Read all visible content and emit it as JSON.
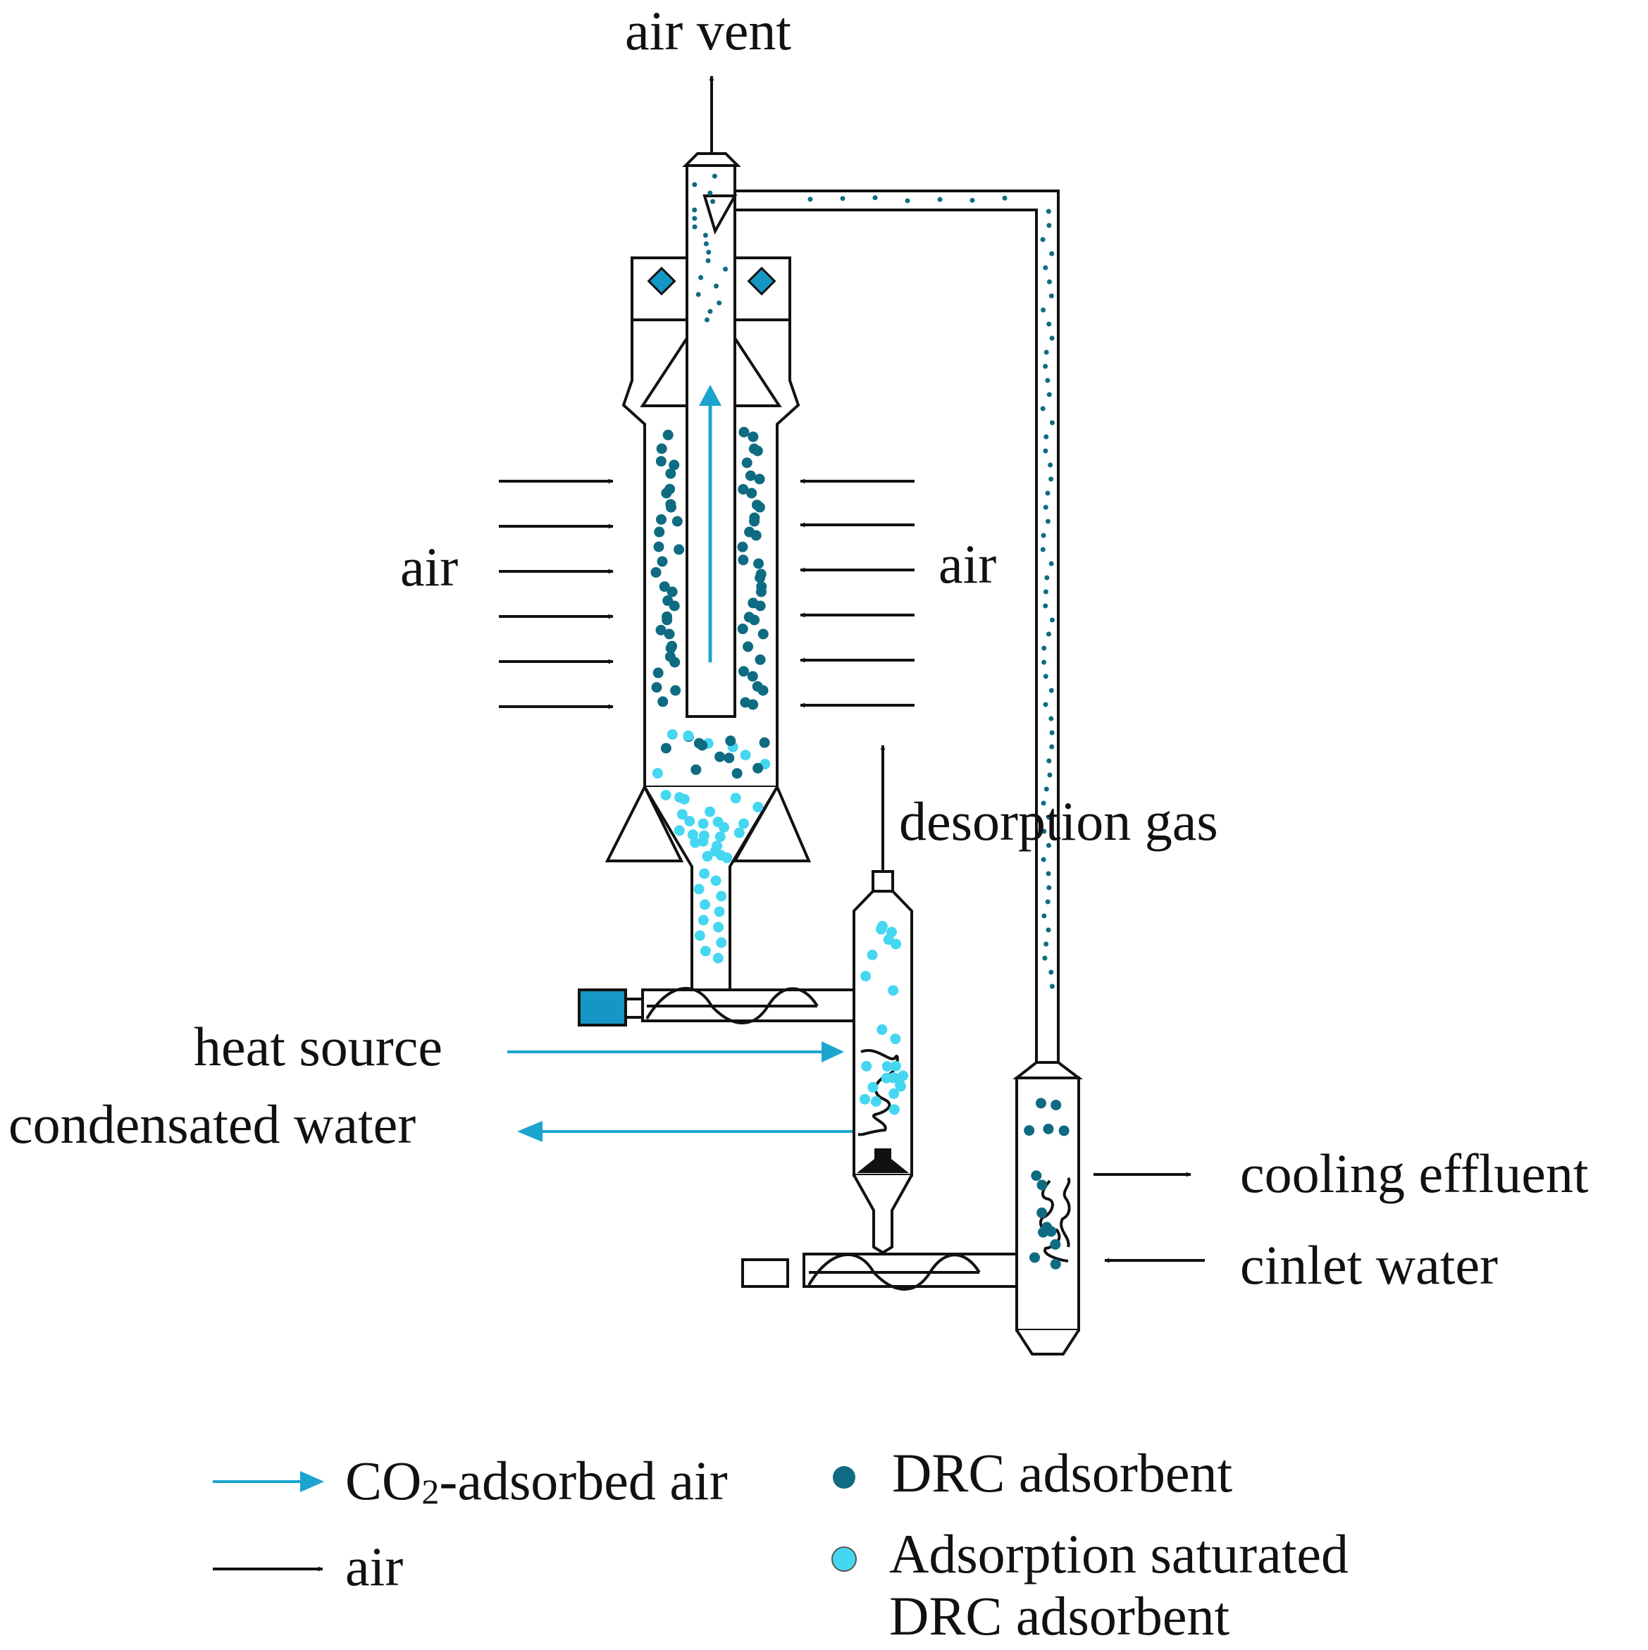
{
  "colors": {
    "outline": "#111111",
    "co2_arrow": "#1aa4cf",
    "drc_adsorbent": "#0e6b82",
    "saturated_adsorbent": "#45d7f2",
    "motor": "#1497c4",
    "coil": "#9b9b9b"
  },
  "labels": {
    "air_vent": "air vent",
    "air_left": "air",
    "air_right": "air",
    "desorption_gas": "desorption gas",
    "heat_source": "heat source",
    "condensated_water": "condensated water",
    "cooling_effluent": "cooling effluent",
    "cinlet_water": "cinlet water"
  },
  "legend": {
    "co2_pre": "CO",
    "co2_sub": "2",
    "co2_post": "-adsorbed air",
    "air": "air",
    "drc": "DRC adsorbent",
    "saturated_line1": "Adsorption saturated",
    "saturated_line2": "DRC adsorbent"
  }
}
